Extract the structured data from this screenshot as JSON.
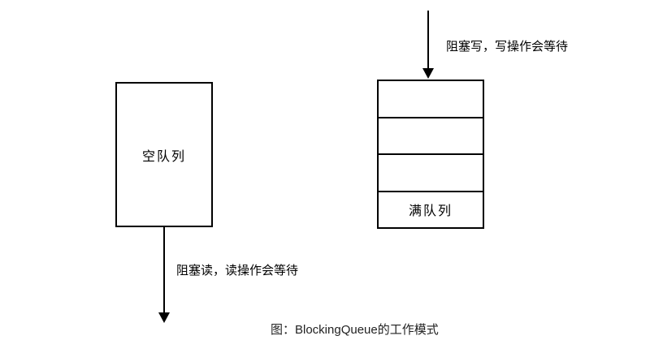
{
  "diagram": {
    "caption": "图：BlockingQueue的工作模式",
    "empty_queue": {
      "label": "空队列"
    },
    "full_queue": {
      "label": "满队列",
      "cell_count": 4
    },
    "read_arrow": {
      "label": "阻塞读，读操作会等待",
      "direction": "down"
    },
    "write_arrow": {
      "label": "阻塞写，写操作会等待",
      "direction": "down"
    },
    "colors": {
      "line": "#000000",
      "background": "#ffffff",
      "text": "#000000"
    }
  }
}
